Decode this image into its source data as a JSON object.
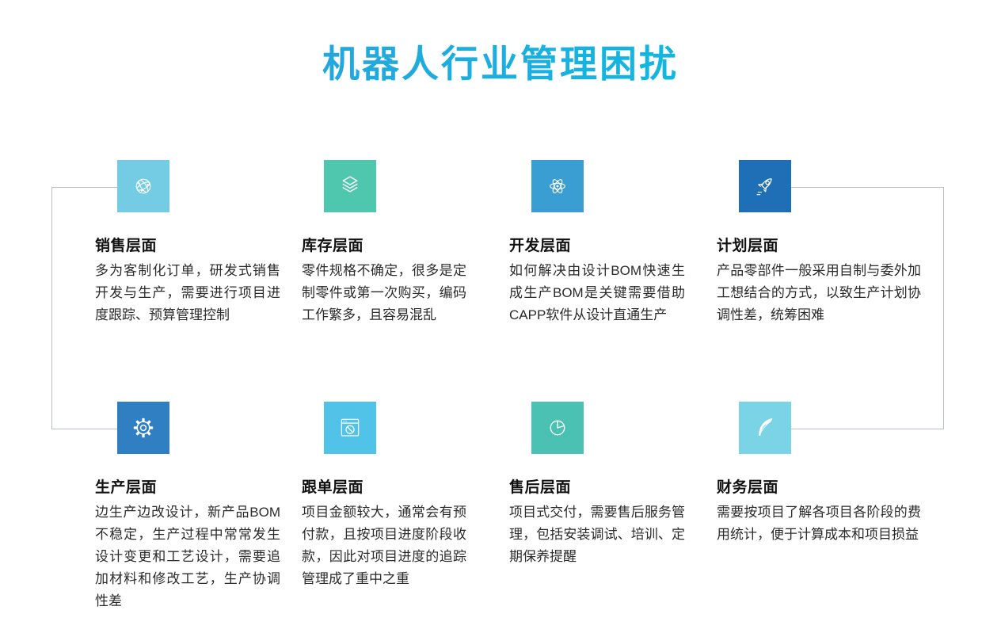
{
  "title": "机器人行业管理困扰",
  "colors": {
    "title_gradient_from": "#3399D9",
    "title_gradient_to": "#00C6DB",
    "connector_line": "#B9BFC6"
  },
  "sections": [
    {
      "id": "sales",
      "heading": "销售层面",
      "body": "多为客制化订单，研发式销售开发与生产，需要进行项目进度跟踪、预算管理控制",
      "icon": "network-globe-icon",
      "tile_color": "#74CCE4"
    },
    {
      "id": "inventory",
      "heading": "库存层面",
      "body": "零件规格不确定，很多是定制零件或第一次购买，编码工作繁多，且容易混乱",
      "icon": "layers-icon",
      "tile_color": "#4FC7AE"
    },
    {
      "id": "development",
      "heading": "开发层面",
      "body": "如何解决由设计BOM快速生成生产BOM是关键需要借助CAPP软件从设计直通生产",
      "icon": "atom-icon",
      "tile_color": "#3A9ED3"
    },
    {
      "id": "planning",
      "heading": "计划层面",
      "body": "产品零部件一般采用自制与委外加工想结合的方式，以致生产计划协调性差，统筹困难",
      "icon": "rocket-icon",
      "tile_color": "#1E6FB5"
    },
    {
      "id": "production",
      "heading": "生产层面",
      "body": "边生产边改设计，新产品BOM不稳定，生产过程中常常发生设计变更和工艺设计，需要追加材料和修改工艺，生产协调性差",
      "icon": "gear-icon",
      "tile_color": "#2F7FC2"
    },
    {
      "id": "order-tracking",
      "heading": "跟单层面",
      "body": "项目金额较大，通常会有预付款，且按项目进度阶段收款，因此对项目进度的追踪管理成了重中之重",
      "icon": "browser-blocked-icon",
      "tile_color": "#52C3E8"
    },
    {
      "id": "after-sales",
      "heading": "售后层面",
      "body": "项目式交付，需要售后服务管理，包括安装调试、培训、定期保养提醒",
      "icon": "pie-chart-icon",
      "tile_color": "#4AC1B3"
    },
    {
      "id": "finance",
      "heading": "财务层面",
      "body": "需要按项目了解各项目各阶段的费用统计，便于计算成本和项目损益",
      "icon": "feather-icon",
      "tile_color": "#7AD4E5"
    }
  ]
}
